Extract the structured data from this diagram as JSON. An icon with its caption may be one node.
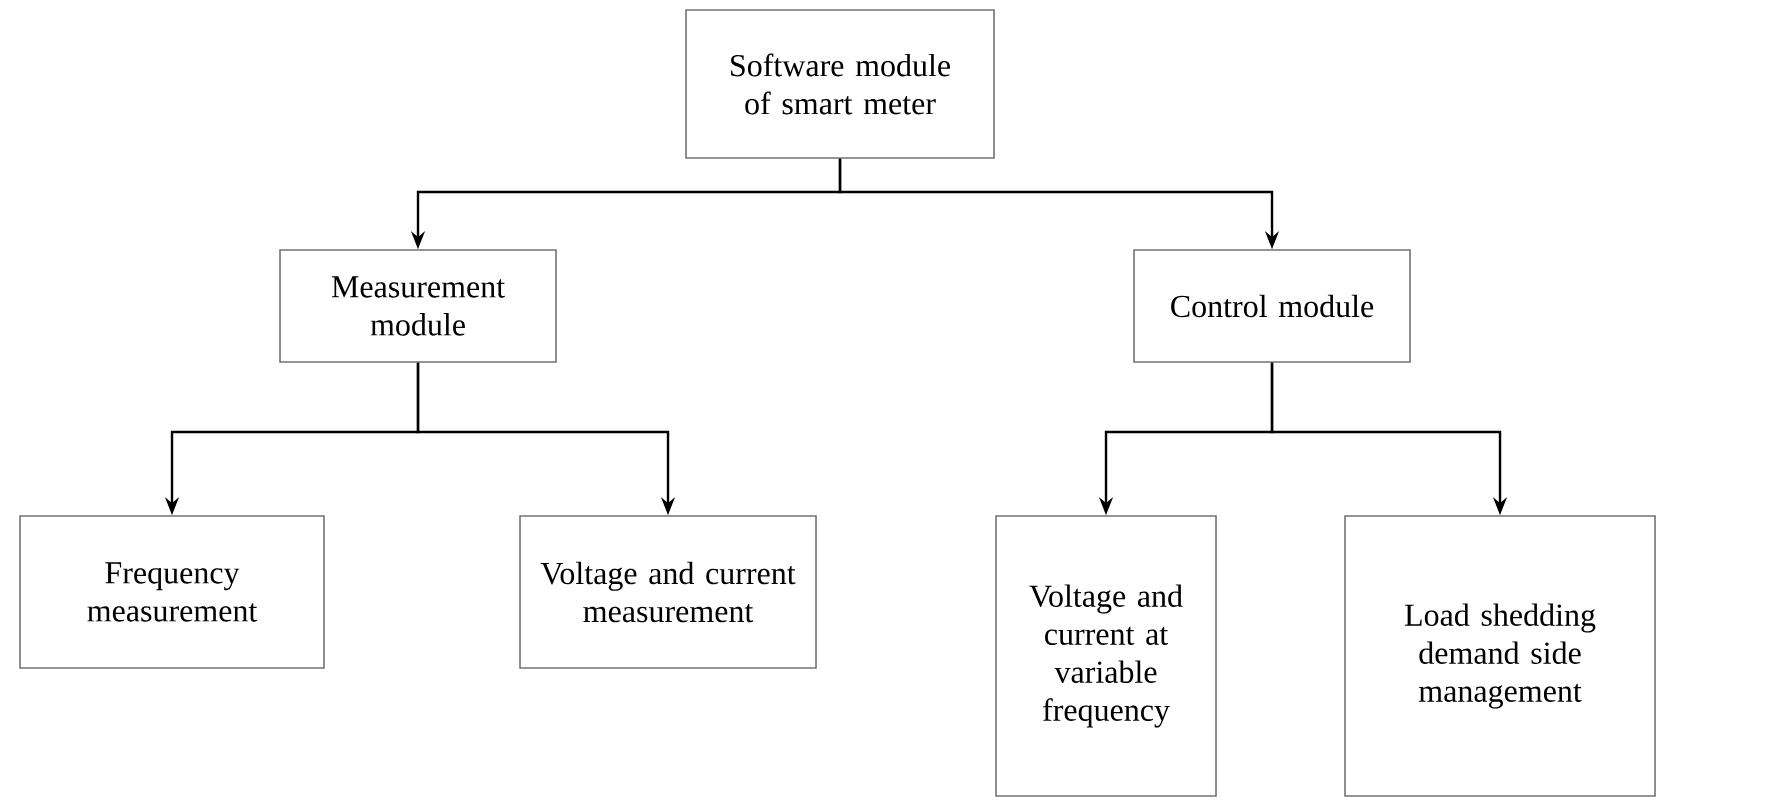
{
  "diagram": {
    "nodes": [
      {
        "text": [
          "Software module of smart meter"
        ]
      },
      {
        "text": [
          "Measurement module"
        ]
      },
      {
        "text": [
          "Control module"
        ]
      },
      {
        "text": [
          "Frequency measurement"
        ]
      },
      {
        "text": [
          "Voltage and current measurement"
        ]
      },
      {
        "text": [
          "Voltage and current at variable frequency"
        ]
      },
      {
        "text": [
          "Load shedding demand side management"
        ]
      }
    ],
    "edges": [
      {
        "from": 0,
        "to": 1,
        "arrow": "to"
      },
      {
        "from": 0,
        "to": 2,
        "arrow": "to"
      },
      {
        "from": 1,
        "to": 3,
        "arrow": "to"
      },
      {
        "from": 1,
        "to": 4,
        "arrow": "to"
      },
      {
        "from": 2,
        "to": 5,
        "arrow": "to"
      },
      {
        "from": 2,
        "to": 6,
        "arrow": "to"
      }
    ]
  }
}
